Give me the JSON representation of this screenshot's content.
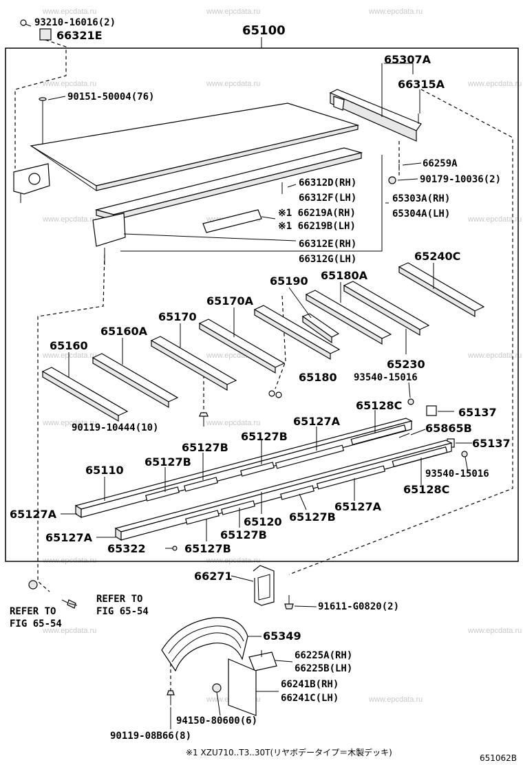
{
  "watermark": "www.epcdata.ru",
  "assembly_label": "65100",
  "labels": [
    {
      "id": "l1",
      "text": "93210-16016(2)"
    },
    {
      "id": "l2",
      "text": "66321E"
    },
    {
      "id": "l3",
      "text": "90151-50004(76)"
    },
    {
      "id": "l4",
      "text": "65307A"
    },
    {
      "id": "l5",
      "text": "66315A"
    },
    {
      "id": "l6",
      "text": "66259A"
    },
    {
      "id": "l7",
      "text": "90179-10036(2)"
    },
    {
      "id": "l8",
      "text": "66312D(RH)"
    },
    {
      "id": "l9",
      "text": "66312F(LH)"
    },
    {
      "id": "l10",
      "text": "65303A(RH)"
    },
    {
      "id": "l11",
      "text": "65304A(LH)"
    },
    {
      "id": "l12",
      "text": "※1 66219A(RH)"
    },
    {
      "id": "l13",
      "text": "※1 66219B(LH)"
    },
    {
      "id": "l14",
      "text": "66312E(RH)"
    },
    {
      "id": "l15",
      "text": "66312G(LH)"
    },
    {
      "id": "l16",
      "text": "65240C"
    },
    {
      "id": "l17",
      "text": "65190"
    },
    {
      "id": "l18",
      "text": "65180A"
    },
    {
      "id": "l19",
      "text": "65170A"
    },
    {
      "id": "l20",
      "text": "65170"
    },
    {
      "id": "l21",
      "text": "65160A"
    },
    {
      "id": "l22",
      "text": "65160"
    },
    {
      "id": "l23",
      "text": "65180"
    },
    {
      "id": "l24",
      "text": "65230"
    },
    {
      "id": "l25",
      "text": "93540-15016"
    },
    {
      "id": "l26",
      "text": "65137"
    },
    {
      "id": "l27",
      "text": "90119-10444(10)"
    },
    {
      "id": "l28",
      "text": "65128C"
    },
    {
      "id": "l29",
      "text": "65127A"
    },
    {
      "id": "l30",
      "text": "65865B"
    },
    {
      "id": "l31",
      "text": "65127B"
    },
    {
      "id": "l32",
      "text": "65137"
    },
    {
      "id": "l33",
      "text": "65127B"
    },
    {
      "id": "l34",
      "text": "65110"
    },
    {
      "id": "l35",
      "text": "65127B"
    },
    {
      "id": "l36",
      "text": "93540-15016"
    },
    {
      "id": "l37",
      "text": "65128C"
    },
    {
      "id": "l38",
      "text": "65127A"
    },
    {
      "id": "l39",
      "text": "65127A"
    },
    {
      "id": "l40",
      "text": "65120"
    },
    {
      "id": "l41",
      "text": "65127B"
    },
    {
      "id": "l42",
      "text": "65127A"
    },
    {
      "id": "l43",
      "text": "65127B"
    },
    {
      "id": "l44",
      "text": "65322"
    },
    {
      "id": "l45",
      "text": "65127B"
    },
    {
      "id": "l46",
      "text": "66271"
    },
    {
      "id": "l47",
      "text": "91611-G0820(2)"
    },
    {
      "id": "l48",
      "text": "REFER TO"
    },
    {
      "id": "l49",
      "text": "FIG 65-54"
    },
    {
      "id": "l50",
      "text": "REFER TO"
    },
    {
      "id": "l51",
      "text": "FIG 65-54"
    },
    {
      "id": "l52",
      "text": "65349"
    },
    {
      "id": "l53",
      "text": "66225A(RH)"
    },
    {
      "id": "l54",
      "text": "66225B(LH)"
    },
    {
      "id": "l55",
      "text": "66241B(RH)"
    },
    {
      "id": "l56",
      "text": "66241C(LH)"
    },
    {
      "id": "l57",
      "text": "94150-80600(6)"
    },
    {
      "id": "l58",
      "text": "90119-08B66(8)"
    }
  ],
  "footnote": "※1 XZU710..T3..30T(リヤボデータイプ＝木製デッキ)",
  "figure_code": "651062B"
}
